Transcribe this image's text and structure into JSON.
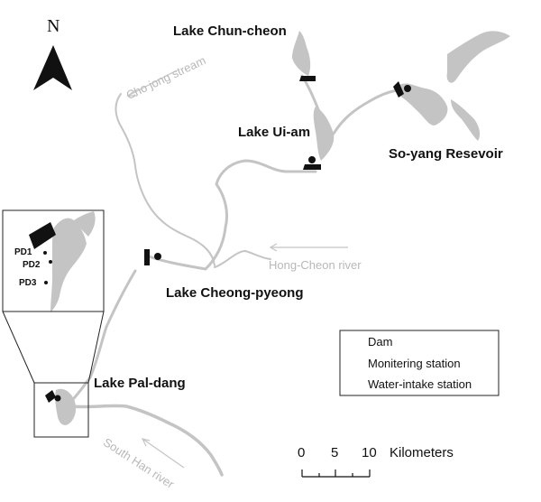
{
  "north_label": "N",
  "lakes": {
    "chun_cheon": "Lake Chun-cheon",
    "ui_am": "Lake Ui-am",
    "so_yang": "So-yang Resevoir",
    "cheong_pyeong": "Lake Cheong-pyeong",
    "pal_dang": "Lake Pal-dang"
  },
  "rivers": {
    "cho_jong": "Cho jong stream",
    "hong_cheon": "Hong-Cheon river",
    "south_han": "South Han river"
  },
  "inset": {
    "stations": [
      "PD1",
      "PD2",
      "PD3"
    ]
  },
  "legend": {
    "dam": "Dam",
    "monitoring": "Monitering station",
    "water_intake": "Water-intake station"
  },
  "scale_bar": {
    "ticks": [
      "0",
      "5",
      "10"
    ],
    "unit": "Kilometers"
  },
  "colors": {
    "water": "#c4c4c4",
    "river_label": "#b8b8b8",
    "ink": "#111111"
  }
}
